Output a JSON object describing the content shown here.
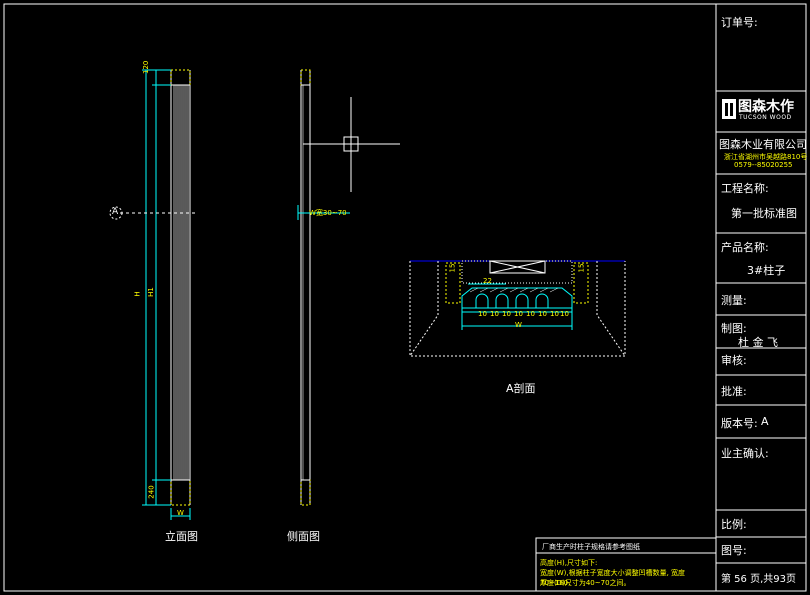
{
  "title_block": {
    "order_no_label": "订单号:",
    "company_logo_name": "图森木作",
    "company_logo_en": "TUCSON WOOD",
    "company_name": "图森木业有限公司",
    "company_address": "浙江省湖州市吴越路810号",
    "company_phone": "0579--85020255",
    "project_label": "工程名称:",
    "project_value": "第一批标准图",
    "product_label": "产品名称:",
    "product_value": "3#柱子",
    "measure_label": "测量:",
    "drafter_label": "制图:",
    "drafter_value": "杜 金 飞",
    "review_label": "审核:",
    "approve_label": "批准:",
    "version_label": "版本号:",
    "version_value": "A",
    "owner_label": "业主确认:",
    "scale_label": "比例:",
    "drawing_no_label": "图号:",
    "page_info": "第 56 页,共93页"
  },
  "views": {
    "elevation_label": "立面图",
    "side_label": "侧面图",
    "section_label": "A剖面"
  },
  "dims": {
    "elev_top": "120",
    "elev_mid": "H",
    "elev_mid2": "H1",
    "elev_bottom": "240",
    "elev_width": "W",
    "section_marker": "A",
    "side_annot": "W宽30~70",
    "sec_top": "22",
    "sec_left": "15",
    "sec_right": "15",
    "sec_cells": [
      "10",
      "10",
      "10",
      "10",
      "10",
      "10",
      "10",
      "10"
    ],
    "sec_width": "W"
  },
  "notes": {
    "title": "厂商生产时柱子规格请参考图纸",
    "line1": "高度(H),尺寸如下:",
    "line2": "宽度(W),根据柱子宽度大小调整凹槽数量, 宽度70~160,",
    "line3": "厚度(D)尺寸为40~70之间。"
  },
  "colors": {
    "frame": "#ffffff",
    "dimension": "#00ffff",
    "drawing": "#ffffff",
    "hatch": "#ffff00",
    "axis": "#0000ff"
  }
}
